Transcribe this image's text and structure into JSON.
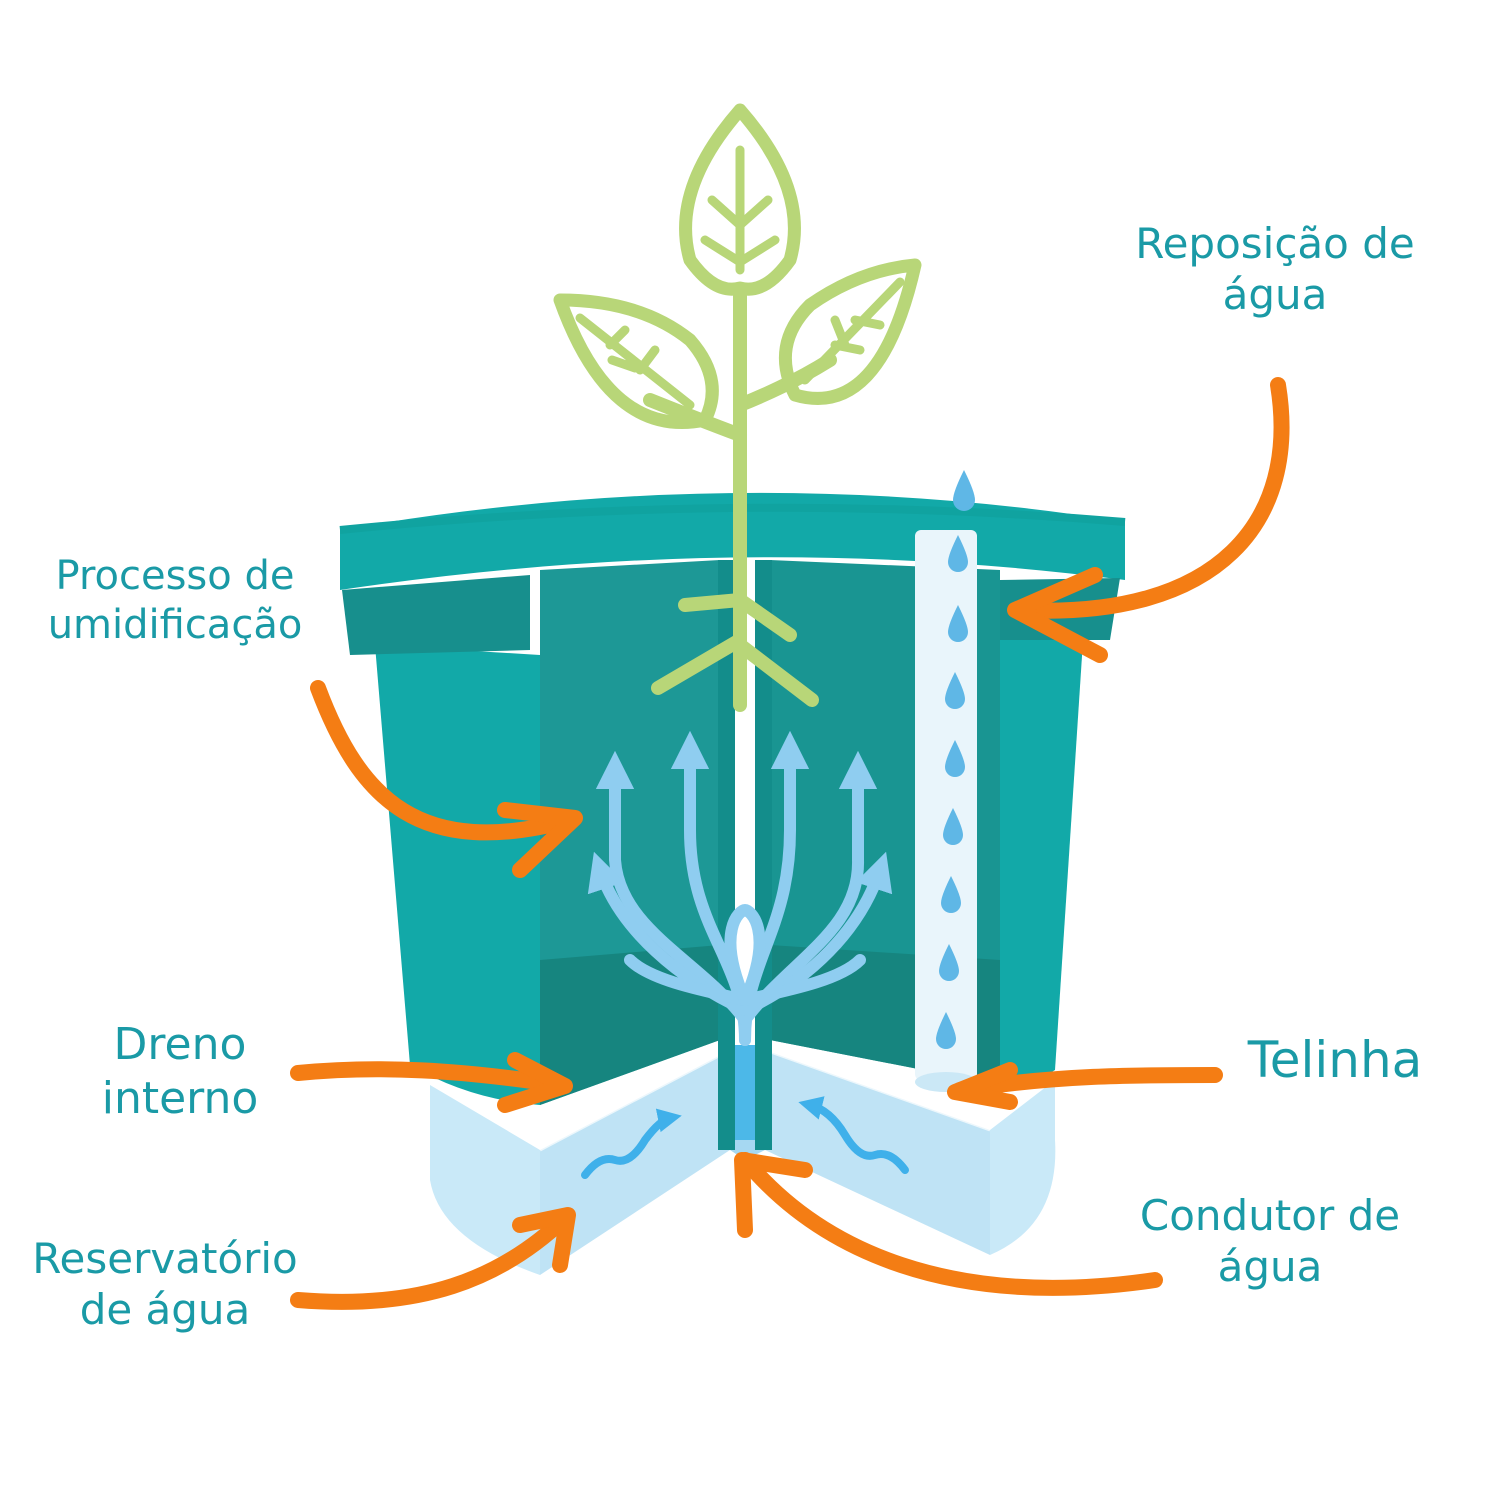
{
  "labels": {
    "reposicao": {
      "line1": "Reposição de",
      "line2": "água"
    },
    "processo": {
      "line1": "Processo de",
      "line2": "umidificação"
    },
    "dreno": {
      "line1": "Dreno",
      "line2": "interno"
    },
    "telinha": {
      "line1": "Telinha"
    },
    "reservatorio": {
      "line1": "Reservatório",
      "line2": "de água"
    },
    "condutor": {
      "line1": "Condutor de",
      "line2": "água"
    }
  },
  "colors": {
    "pot_outer": "#12a9a8",
    "pot_dark": "#178f8d",
    "pot_inner": "#20a39f",
    "reservoir": "#bfe3f5",
    "flow": "#8fcdf0",
    "leaf": "#b8d678",
    "arrow": "#f47d14",
    "label_text": "#1a9aa6"
  },
  "icons": [
    "plant-icon",
    "water-drop-icon",
    "flow-arrow-icon",
    "pointer-arrow-icon"
  ]
}
